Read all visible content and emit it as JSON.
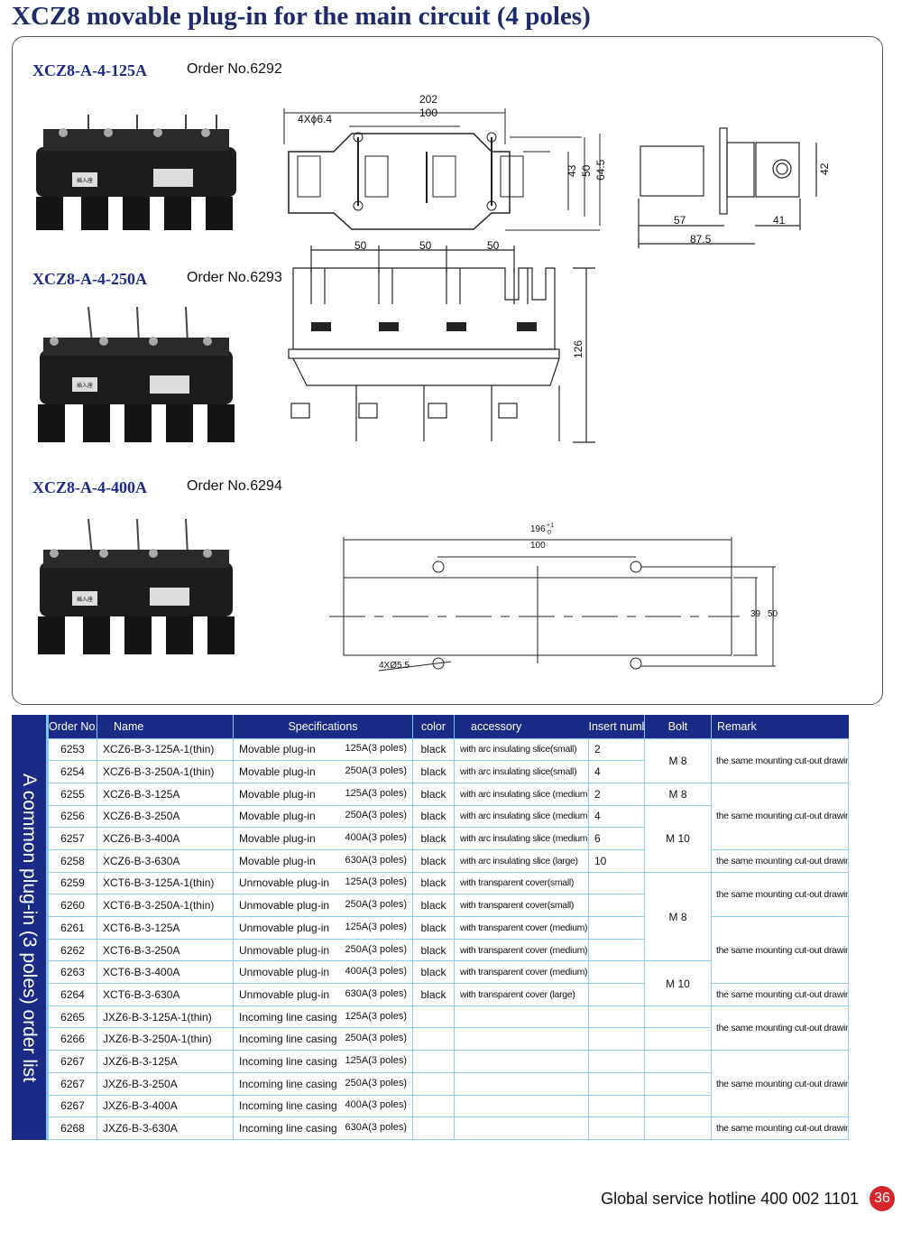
{
  "title": "XCZ8 movable plug-in for the main circuit (4 poles)",
  "products": [
    {
      "model": "XCZ8-A-4-125A",
      "order": "Order No.6292"
    },
    {
      "model": "XCZ8-A-4-250A",
      "order": "Order No.6293"
    },
    {
      "model": "XCZ8-A-4-400A",
      "order": "Order No.6294"
    }
  ],
  "drawings": {
    "top": {
      "d202": "202",
      "d100": "100",
      "holes": "4Xϕ6.4",
      "d43": "43",
      "d50": "50",
      "d645": "64.5"
    },
    "side": {
      "d42": "42",
      "d57": "57",
      "d41": "41",
      "d875": "87.5"
    },
    "front": {
      "d50a": "50",
      "d50b": "50",
      "d50c": "50",
      "d126": "126"
    },
    "cutout": {
      "d196": "196",
      "tol_up": "+1",
      "tol_low": "0",
      "d100": "100",
      "d39": "39",
      "d50": "50",
      "holes": "4XØ5.5"
    },
    "label_text": {
      "plate": "插入座"
    }
  },
  "table": {
    "side_title": "A common plug-in (3 poles) order list",
    "headers": [
      "Order No.",
      "Name",
      "Specifications",
      "color",
      "accessory",
      "Insert number",
      "Bolt",
      "Remark"
    ],
    "rows": [
      {
        "no": "6253",
        "name": "XCZ6-B-3-125A-1(thin)",
        "type": "Movable plug-in",
        "rating": "125A(3 poles)",
        "color": "black",
        "accessory": "with arc insulating slice(small)",
        "insert": "2"
      },
      {
        "no": "6254",
        "name": "XCZ6-B-3-250A-1(thin)",
        "type": "Movable plug-in",
        "rating": "250A(3 poles)",
        "color": "black",
        "accessory": "with arc insulating slice(small)",
        "insert": "4"
      },
      {
        "no": "6255",
        "name": "XCZ6-B-3-125A",
        "type": "Movable plug-in",
        "rating": "125A(3 poles)",
        "color": "black",
        "accessory": "with arc insulating slice (medium)",
        "insert": "2"
      },
      {
        "no": "6256",
        "name": "XCZ6-B-3-250A",
        "type": "Movable plug-in",
        "rating": "250A(3 poles)",
        "color": "black",
        "accessory": "with arc insulating slice (medium)",
        "insert": "4"
      },
      {
        "no": "6257",
        "name": "XCZ6-B-3-400A",
        "type": "Movable plug-in",
        "rating": "400A(3 poles)",
        "color": "black",
        "accessory": "with arc insulating slice (medium)",
        "insert": "6"
      },
      {
        "no": "6258",
        "name": "XCZ6-B-3-630A",
        "type": "Movable plug-in",
        "rating": "630A(3 poles)",
        "color": "black",
        "accessory": "with arc insulating slice (large)",
        "insert": "10"
      },
      {
        "no": "6259",
        "name": "XCT6-B-3-125A-1(thin)",
        "type": "Unmovable plug-in",
        "rating": "125A(3 poles)",
        "color": "black",
        "accessory": "with transparent cover(small)",
        "insert": ""
      },
      {
        "no": "6260",
        "name": "XCT6-B-3-250A-1(thin)",
        "type": "Unmovable plug-in",
        "rating": "250A(3 poles)",
        "color": "black",
        "accessory": "with transparent cover(small)",
        "insert": ""
      },
      {
        "no": "6261",
        "name": "XCT6-B-3-125A",
        "type": "Unmovable plug-in",
        "rating": "125A(3 poles)",
        "color": "black",
        "accessory": "with transparent cover (medium)",
        "insert": ""
      },
      {
        "no": "6262",
        "name": "XCT6-B-3-250A",
        "type": "Unmovable plug-in",
        "rating": "250A(3 poles)",
        "color": "black",
        "accessory": "with transparent cover (medium)",
        "insert": ""
      },
      {
        "no": "6263",
        "name": "XCT6-B-3-400A",
        "type": "Unmovable plug-in",
        "rating": "400A(3 poles)",
        "color": "black",
        "accessory": "with transparent cover (medium)",
        "insert": ""
      },
      {
        "no": "6264",
        "name": "XCT6-B-3-630A",
        "type": "Unmovable plug-in",
        "rating": "630A(3 poles)",
        "color": "black",
        "accessory": "with transparent cover (large)",
        "insert": ""
      },
      {
        "no": "6265",
        "name": "JXZ6-B-3-125A-1(thin)",
        "type": "Incoming line casing",
        "rating": "125A(3 poles)",
        "color": "",
        "accessory": "",
        "insert": ""
      },
      {
        "no": "6266",
        "name": "JXZ6-B-3-250A-1(thin)",
        "type": "Incoming line casing",
        "rating": "250A(3 poles)",
        "color": "",
        "accessory": "",
        "insert": ""
      },
      {
        "no": "6267",
        "name": "JXZ6-B-3-125A",
        "type": "Incoming line casing",
        "rating": "125A(3 poles)",
        "color": "",
        "accessory": "",
        "insert": ""
      },
      {
        "no": "6267",
        "name": "JXZ6-B-3-250A",
        "type": "Incoming line casing",
        "rating": "250A(3 poles)",
        "color": "",
        "accessory": "",
        "insert": ""
      },
      {
        "no": "6267",
        "name": "JXZ6-B-3-400A",
        "type": "Incoming line casing",
        "rating": "400A(3 poles)",
        "color": "",
        "accessory": "",
        "insert": ""
      },
      {
        "no": "6268",
        "name": "JXZ6-B-3-630A",
        "type": "Incoming line casing",
        "rating": "630A(3 poles)",
        "color": "",
        "accessory": "",
        "insert": ""
      }
    ],
    "bolt_groups": [
      {
        "span": 2,
        "text": "M 8"
      },
      {
        "span": 1,
        "text": "M 8"
      },
      {
        "span": 3,
        "text": "M 10"
      },
      {
        "span": 4,
        "text": "M 8"
      },
      {
        "span": 2,
        "text": "M 10"
      },
      {
        "span": 1,
        "text": ""
      },
      {
        "span": 1,
        "text": ""
      },
      {
        "span": 1,
        "text": ""
      },
      {
        "span": 1,
        "text": ""
      },
      {
        "span": 1,
        "text": ""
      },
      {
        "span": 1,
        "text": ""
      }
    ],
    "remark_groups": [
      {
        "span": 2,
        "text": "the same mounting cut-out drawing"
      },
      {
        "span": 3,
        "text": "the same mounting cut-out drawing"
      },
      {
        "span": 1,
        "text": "the same mounting cut-out drawing"
      },
      {
        "span": 2,
        "text": "the same mounting cut-out drawing"
      },
      {
        "span": 3,
        "text": "the same mounting cut-out drawing"
      },
      {
        "span": 1,
        "text": "the same mounting cut-out drawing"
      },
      {
        "span": 2,
        "text": "the same mounting cut-out drawing"
      },
      {
        "span": 3,
        "text": "the same mounting cut-out drawing"
      },
      {
        "span": 1,
        "text": "the same mounting cut-out drawing"
      }
    ]
  },
  "footer": {
    "hotline": "Global service hotline  400 002 1101",
    "page": "36"
  },
  "colors": {
    "title": "#1d2a6b",
    "header_bg": "#1b2a86",
    "grid": "#8fd0f0",
    "badge": "#d7262b"
  }
}
